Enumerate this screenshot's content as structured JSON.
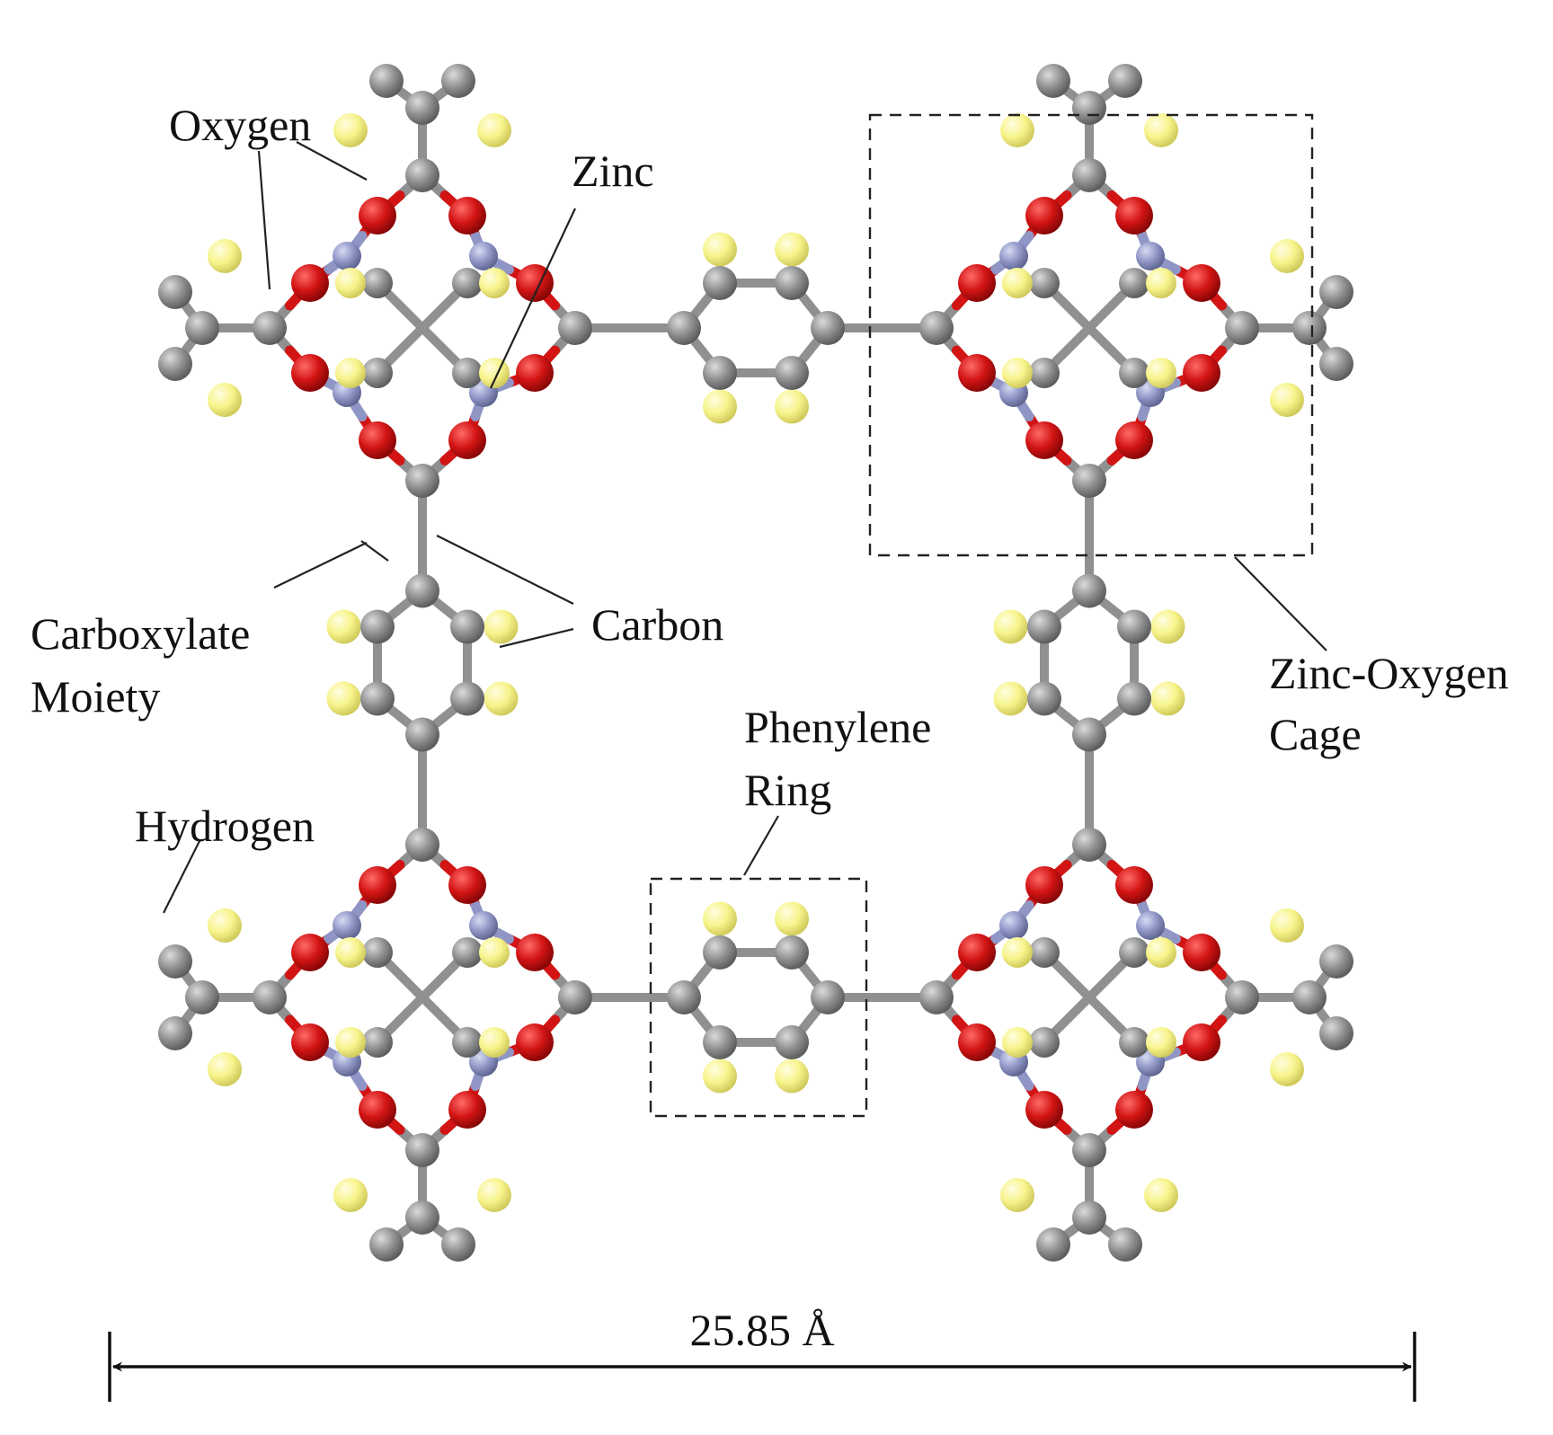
{
  "labels": {
    "oxygen": "Oxygen",
    "zinc": "Zinc",
    "carbon": "Carbon",
    "carboxylate_line1": "Carboxylate",
    "carboxylate_line2": "Moiety",
    "hydrogen": "Hydrogen",
    "phenylene_line1": "Phenylene",
    "phenylene_line2": "Ring",
    "cage_line1": "Zinc-Oxygen",
    "cage_line2": "Cage"
  },
  "scale_bar": {
    "label": "25.85 Å"
  },
  "atom_colors": {
    "carbon": "#8f9092",
    "oxygen": "#d21414",
    "zinc": "#8f96c6",
    "hydrogen": "#f7f48c"
  }
}
